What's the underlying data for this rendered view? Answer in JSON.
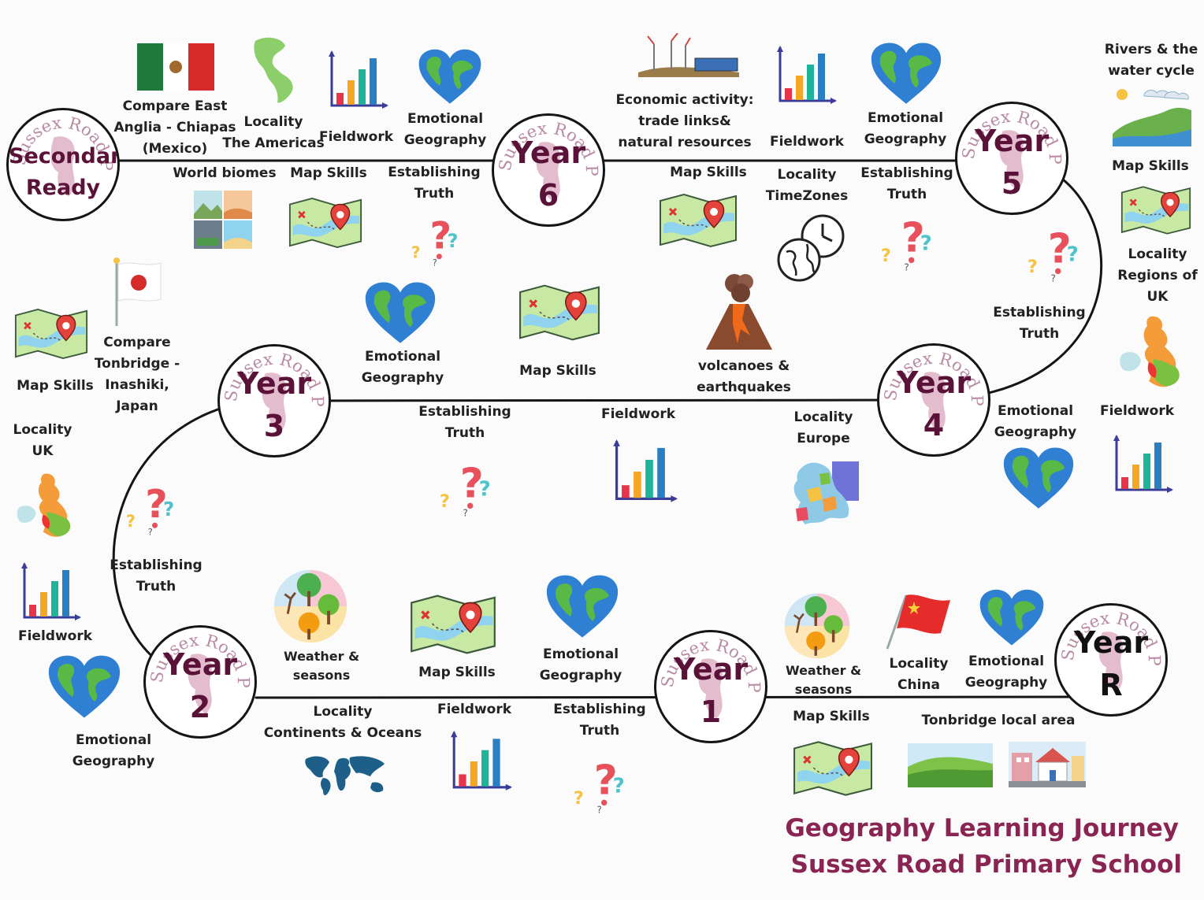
{
  "title": {
    "line1": "Geography Learning Journey",
    "line2": "Sussex Road Primary School"
  },
  "colors": {
    "stage_text": "#5a1238",
    "stage_text_r": "#111111",
    "title": "#8a2452",
    "path": "#151515",
    "watermark": "#b98aa4"
  },
  "stages": {
    "secondary": {
      "line1": "Secondary",
      "line2": "Ready",
      "watermark": "Sussex Road Primary School"
    },
    "y6": {
      "line1": "Year",
      "line2": "6",
      "watermark": "Sussex Road Primary School"
    },
    "y5": {
      "line1": "Year",
      "line2": "5",
      "watermark": "Sussex Road Primary School"
    },
    "y4": {
      "line1": "Year",
      "line2": "4",
      "watermark": "Sussex Road Primary School"
    },
    "y3": {
      "line1": "Year",
      "line2": "3",
      "watermark": "Sussex Road Primary School"
    },
    "y2": {
      "line1": "Year",
      "line2": "2",
      "watermark": "Sussex Road Primary School"
    },
    "y1": {
      "line1": "Year",
      "line2": "1",
      "watermark": "Sussex Road Primary School"
    },
    "yr": {
      "line1": "Year",
      "line2": "R",
      "watermark": "Sussex Road Primary School"
    }
  },
  "topics": {
    "sec_compare": "Compare East\nAnglia - Chiapas\n(Mexico)",
    "sec_locality": "Locality\nThe Americas",
    "sec_fieldwork": "Fieldwork",
    "sec_emotional": "Emotional\nGeography",
    "sec_biomes": "World biomes",
    "sec_mapskills": "Map Skills",
    "sec_truth": "Establishing\nTruth",
    "y6_economic": "Economic activity:\ntrade links&\nnatural resources",
    "y6_fieldwork": "Fieldwork",
    "y6_emotional": "Emotional\nGeography",
    "y6_mapskills": "Map Skills",
    "y6_timezones": "Locality\nTimeZones",
    "y6_truth": "Establishing\nTruth",
    "y5_rivers": "Rivers & the\nwater cycle",
    "y5_mapskills": "Map Skills",
    "y5_locality": "Locality\nRegions of\nUK",
    "y5_truth": "Establishing\nTruth",
    "y5_emotional": "Emotional\nGeography",
    "y5_fieldwork": "Fieldwork",
    "y4_emotional": "Emotional\nGeography",
    "y4_mapskills": "Map Skills",
    "y4_volcanoes": "volcanoes &\nearthquakes",
    "y4_truth": "Establishing\nTruth",
    "y4_fieldwork": "Fieldwork",
    "y4_europe": "Locality\nEurope",
    "y3_mapskills": "Map Skills",
    "y3_compare": "Compare\nTonbridge -\nInashiki,\nJapan",
    "y3_uk": "Locality\nUK",
    "y3_truth": "Establishing\nTruth",
    "y3_fieldwork": "Fieldwork",
    "y2_emotional": "Emotional\nGeography",
    "y2_weather": "Weather &\nseasons",
    "y2_mapskills": "Map Skills",
    "y2_continents": "Locality\nContinents & Oceans",
    "y2_fieldwork": "Fieldwork",
    "y1_emotional": "Emotional\nGeography",
    "y1_truth": "Establishing\nTruth",
    "yr_weather": "Weather &\nseasons",
    "yr_china": "Locality\nChina",
    "yr_emotional": "Emotional\nGeography",
    "yr_mapskills": "Map Skills",
    "yr_tonbridge": "Tonbridge local area"
  }
}
